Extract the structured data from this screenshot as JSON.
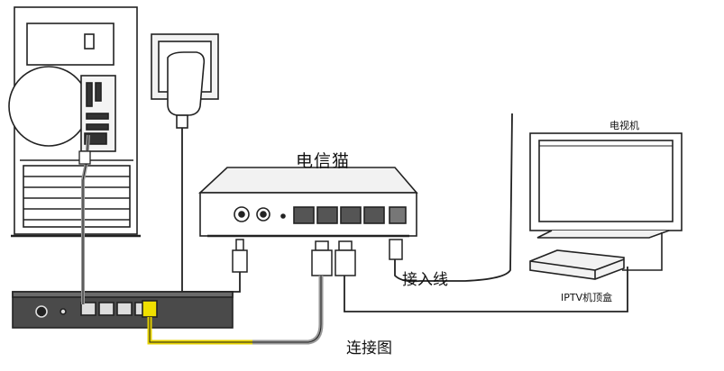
{
  "labels": {
    "modem": "电信猫",
    "tv": "电视机",
    "incoming_line": "接入线",
    "set_top_box": "IPTV机顶盒",
    "caption": "连接图"
  },
  "colors": {
    "line": "#222222",
    "cable_gray": "#9a9a9a",
    "cable_yellow": "#e6d200",
    "light_fill": "#f2f2f2",
    "dark_fill": "#3a3a3a"
  },
  "icons": [
    "pc-tower",
    "wall-outlet-adapter",
    "telecom-modem",
    "router",
    "tv-monitor",
    "iptv-set-top-box",
    "rj45-plug"
  ]
}
